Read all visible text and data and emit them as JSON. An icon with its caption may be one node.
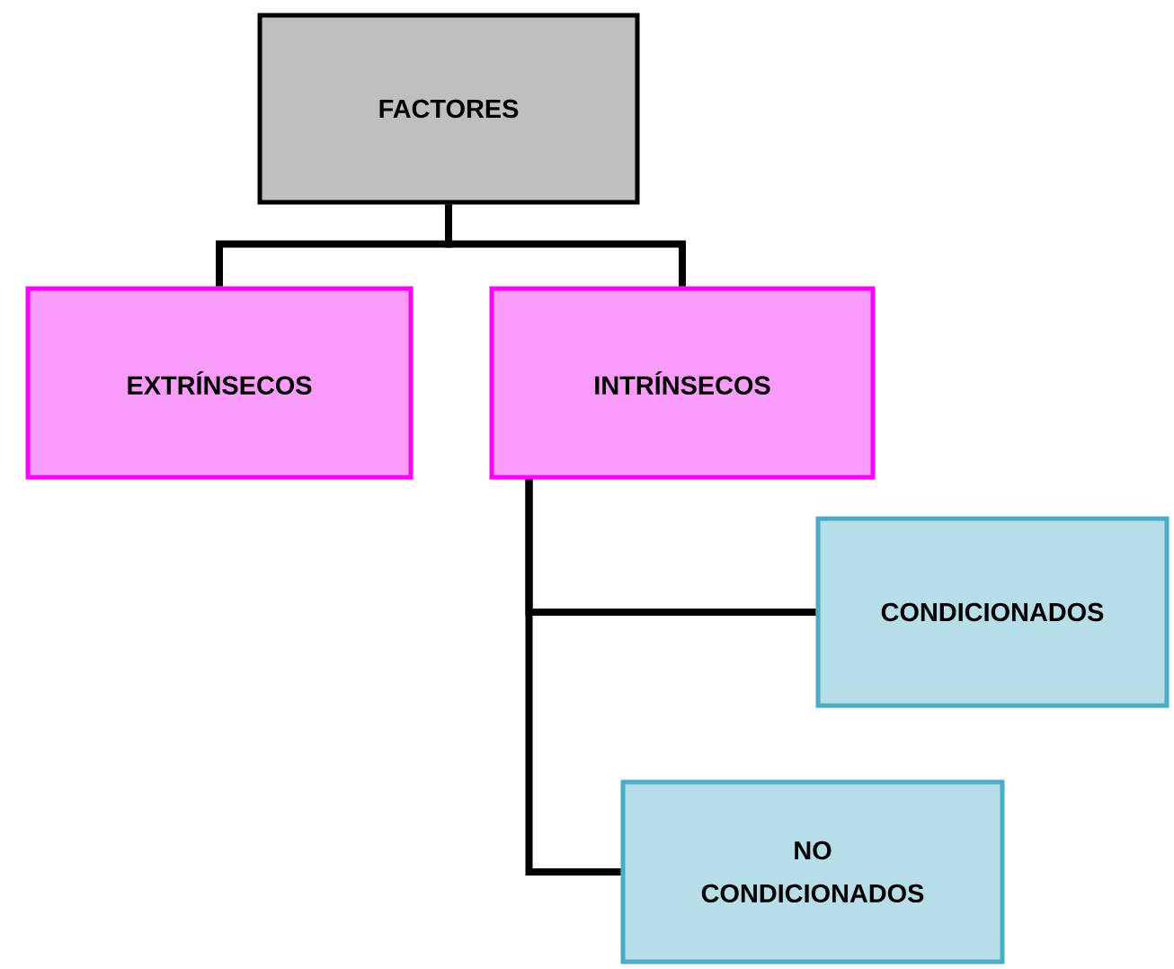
{
  "diagram": {
    "nodes": [
      {
        "text": [
          "FACTORES"
        ]
      },
      {
        "text": [
          "EXTRÍNSECOS"
        ]
      },
      {
        "text": [
          "INTRÍNSECOS"
        ]
      },
      {
        "text": [
          "CONDICIONADOS"
        ]
      },
      {
        "text": [
          "NO CONDICIONADOS"
        ]
      }
    ],
    "edges": [
      {
        "from": 0,
        "to": 1,
        "arrow": "none"
      },
      {
        "from": 0,
        "to": 2,
        "arrow": "none"
      },
      {
        "from": 2,
        "to": 3,
        "arrow": "none"
      },
      {
        "from": 2,
        "to": 4,
        "arrow": "none"
      }
    ]
  }
}
